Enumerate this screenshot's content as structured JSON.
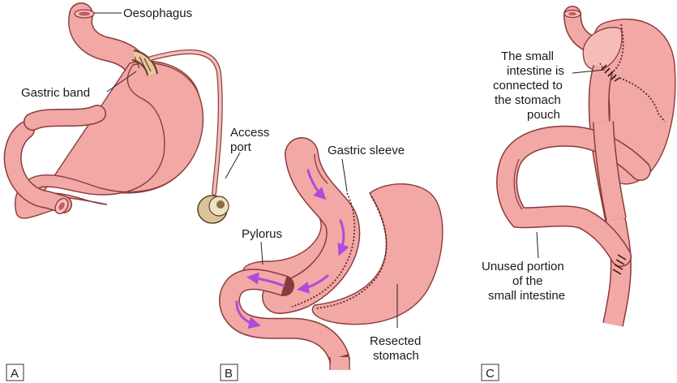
{
  "panels": {
    "a": {
      "tag": "A",
      "labels": {
        "oesophagus": "Oesophagus",
        "gastric_band": "Gastric band",
        "access_port_line1": "Access",
        "access_port_line2": "port"
      }
    },
    "b": {
      "tag": "B",
      "labels": {
        "gastric_sleeve": "Gastric sleeve",
        "pylorus": "Pylorus",
        "resected_line1": "Resected",
        "resected_line2": "stomach"
      }
    },
    "c": {
      "tag": "C",
      "labels": {
        "connected_line1": "The small",
        "connected_line2": "intestine is",
        "connected_line3": "connected to",
        "connected_line4": "the stomach",
        "connected_line5": "pouch",
        "unused_line1": "Unused portion",
        "unused_line2": "of the",
        "unused_line3": "small intestine"
      }
    }
  },
  "colors": {
    "organ_fill": "#f2a8a4",
    "organ_outline": "#8a3a3e",
    "flow_arrow": "#b04ad8",
    "band": "#e7c7a0",
    "port": "#d8c39a"
  }
}
